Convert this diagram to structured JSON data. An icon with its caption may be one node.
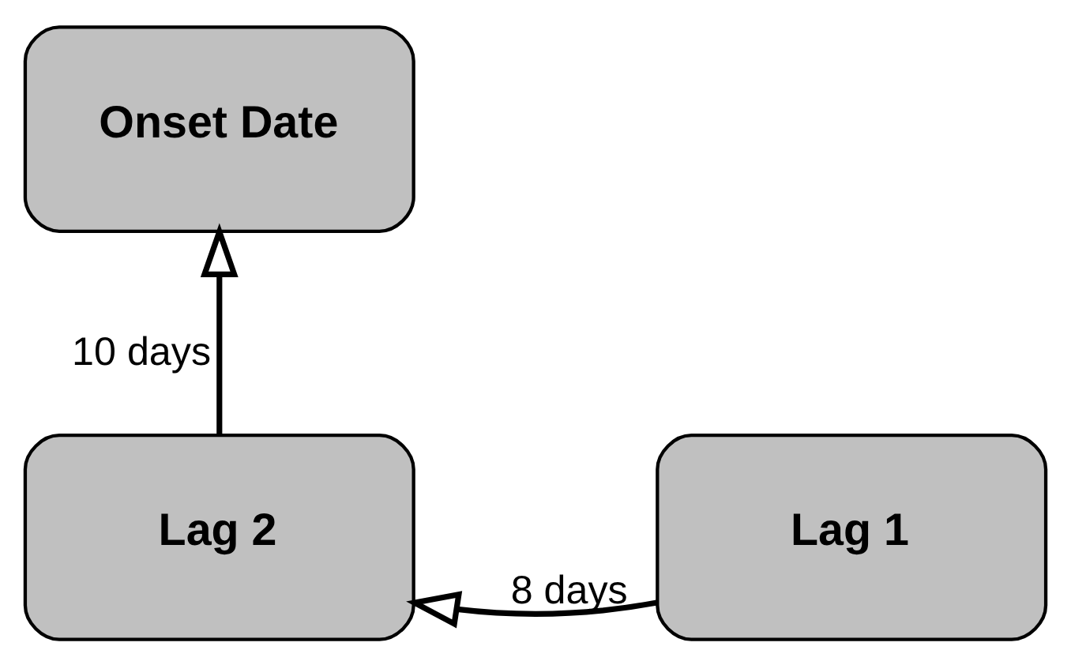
{
  "diagram": {
    "nodes": [
      {
        "text": [
          "Onset Date"
        ]
      },
      {
        "text": [
          "Lag 2"
        ]
      },
      {
        "text": [
          "Lag 1"
        ]
      }
    ],
    "edges": [
      {
        "from": 2,
        "to": 1,
        "arrow": "to",
        "label": "8 days"
      },
      {
        "from": 1,
        "to": 0,
        "arrow": "to",
        "label": "10 days"
      }
    ]
  }
}
